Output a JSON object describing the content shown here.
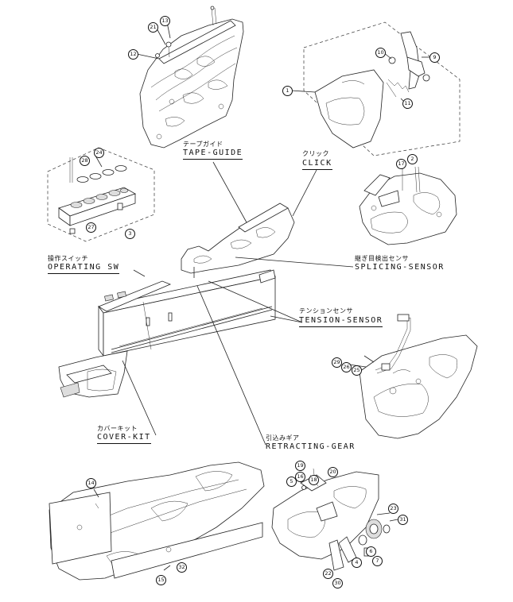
{
  "labels": {
    "tape_guide": {
      "jp": "テープガイド",
      "en": "TAPE-GUIDE"
    },
    "click": {
      "jp": "クリック",
      "en": "CLICK"
    },
    "operating_sw": {
      "jp": "操作スイッチ",
      "en": "OPERATING SW"
    },
    "splicing_sensor": {
      "jp": "継ぎ目検出センサ",
      "en": "SPLICING-SENSOR"
    },
    "tension_sensor": {
      "jp": "テンションセンサ",
      "en": "TENSION-SENSOR"
    },
    "cover_kit": {
      "jp": "カバーキット",
      "en": "COVER-KIT"
    },
    "retracting_gear": {
      "jp": "引込みギア",
      "en": "RETRACTING-GEAR"
    }
  },
  "callouts": [
    "21",
    "13",
    "12",
    "10",
    "9",
    "1",
    "11",
    "24",
    "28",
    "3",
    "27",
    "17",
    "2",
    "29",
    "26",
    "25",
    "14",
    "19",
    "16",
    "18",
    "20",
    "5",
    "23",
    "31",
    "32",
    "15",
    "4",
    "7",
    "6",
    "22",
    "30"
  ]
}
